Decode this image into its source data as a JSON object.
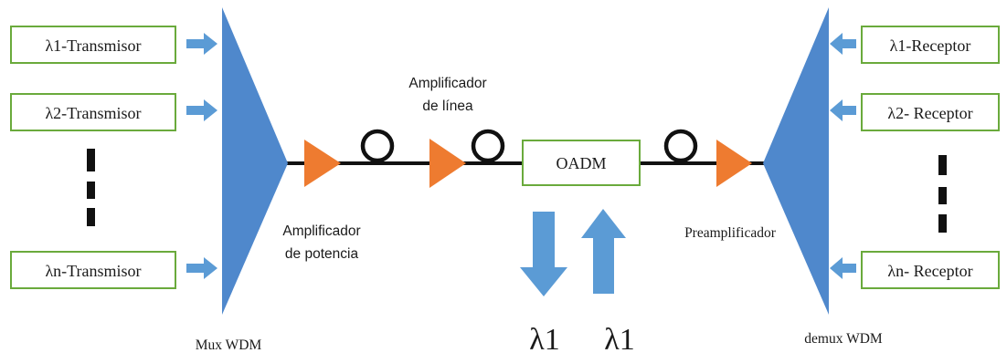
{
  "colors": {
    "box_border": "#6aaa3c",
    "wdm": "#4f88cc",
    "amplifier": "#ee7b30",
    "arrow": "#5b9bd5",
    "fiber": "#111111"
  },
  "transmitters": {
    "t1": "λ1-Transmisor",
    "t2": "λ2-Transmisor",
    "tn": "λn-Transmisor"
  },
  "receivers": {
    "r1": "λ1-Receptor",
    "r2": "λ2- Receptor",
    "rn": "λn- Receptor"
  },
  "oadm": "OADM",
  "labels": {
    "mux": "Mux WDM",
    "demux": "demux WDM",
    "booster_line1": "Amplificador",
    "booster_line2": "de potencia",
    "inline_line1": "Amplificador",
    "inline_line2": "de línea",
    "preamp": "Preamplificador",
    "drop_lambda": "λ1",
    "add_lambda": "λ1"
  },
  "icons": {
    "input_arrow": "right-arrow-icon",
    "output_arrow": "left-arrow-icon",
    "drop_arrow": "down-arrow-icon",
    "add_arrow": "up-arrow-icon",
    "fiber_coil": "fiber-loop-icon",
    "amplifier": "amplifier-triangle-icon",
    "ellipsis": "vertical-dashes-icon"
  }
}
